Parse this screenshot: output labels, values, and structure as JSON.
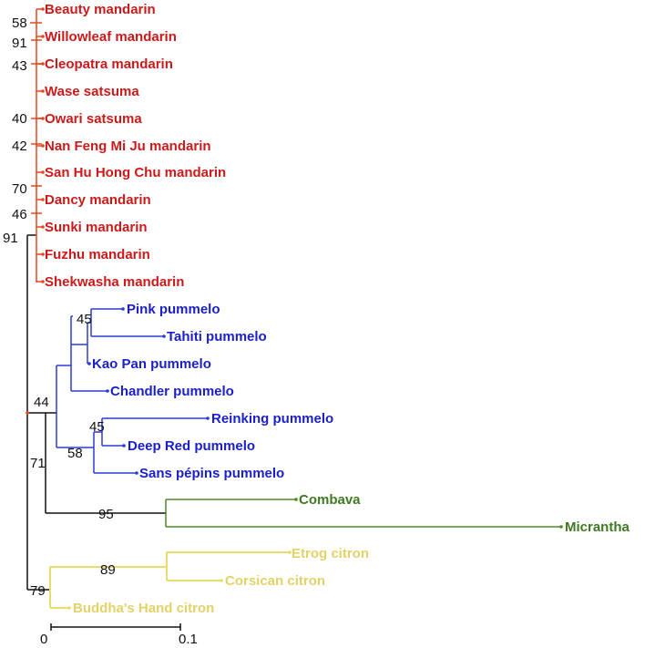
{
  "colors": {
    "root": "#111111",
    "mandarin": "#e8461e",
    "mandarin_label": "#cc1a1a",
    "pummelo": "#2d3bd4",
    "pummelo_label": "#1a1fc8",
    "papeda": "#4e8b2a",
    "papeda_label": "#3f7a22",
    "citron": "#e8dc6a",
    "citron_label": "#e3d267"
  },
  "taxa": {
    "beauty": "Beauty mandarin",
    "willowleaf": "Willowleaf mandarin",
    "cleopatra": "Cleopatra mandarin",
    "wase": "Wase satsuma",
    "owari": "Owari satsuma",
    "nanfeng": "Nan Feng Mi Ju mandarin",
    "sanhu": "San Hu Hong Chu mandarin",
    "dancy": "Dancy mandarin",
    "sunki": "Sunki mandarin",
    "fuzhu": "Fuzhu mandarin",
    "shekwasha": "Shekwasha mandarin",
    "pink": "Pink pummelo",
    "tahiti": "Tahiti pummelo",
    "kaopan": "Kao Pan pummelo",
    "chandler": "Chandler pummelo",
    "reinking": "Reinking pummelo",
    "deepred": "Deep Red pummelo",
    "sanspepins": "Sans pépins pummelo",
    "combava": "Combava",
    "micrantha": "Micrantha",
    "etrog": "Etrog citron",
    "corsican": "Corsican citron",
    "buddha": "Buddha's Hand citron"
  },
  "bootstrap": {
    "b58": "58",
    "b91a": "91",
    "b43": "43",
    "b40": "40",
    "b42": "42",
    "b70": "70",
    "b46": "46",
    "b91": "91",
    "b45a": "45",
    "b44": "44",
    "b45b": "45",
    "b58b": "58",
    "b71": "71",
    "b95": "95",
    "b89": "89",
    "b79": "79"
  },
  "scale": {
    "start": "0",
    "end": "0.1"
  }
}
